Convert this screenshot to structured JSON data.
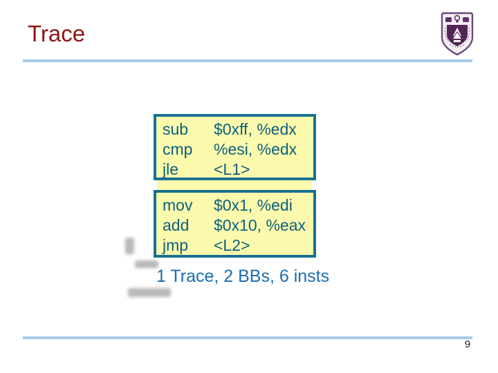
{
  "slide": {
    "title": "Trace",
    "page_number": "9"
  },
  "trace_diagram": {
    "blocks": [
      {
        "rows": [
          {
            "op": "sub",
            "operands": "$0xff, %edx"
          },
          {
            "op": "cmp",
            "operands": "%esi, %edx"
          },
          {
            "op": "jle",
            "operands": "<L1>"
          }
        ]
      },
      {
        "rows": [
          {
            "op": "mov",
            "operands": "$0x1, %edi"
          },
          {
            "op": "add",
            "operands": "$0x10, %eax"
          },
          {
            "op": "jmp",
            "operands": "<L2>"
          }
        ]
      }
    ],
    "caption": "1 Trace, 2 BBs, 6 insts"
  },
  "colors": {
    "title": "#8e1414",
    "rule": "#a7cbe8",
    "box_background": "#fbfaac",
    "box_border": "#1a7092",
    "box_text": "#0d5f80",
    "caption_text": "#1b6cae",
    "logo_purple": "#5c3367"
  },
  "logo": {
    "name": "university-crest"
  }
}
